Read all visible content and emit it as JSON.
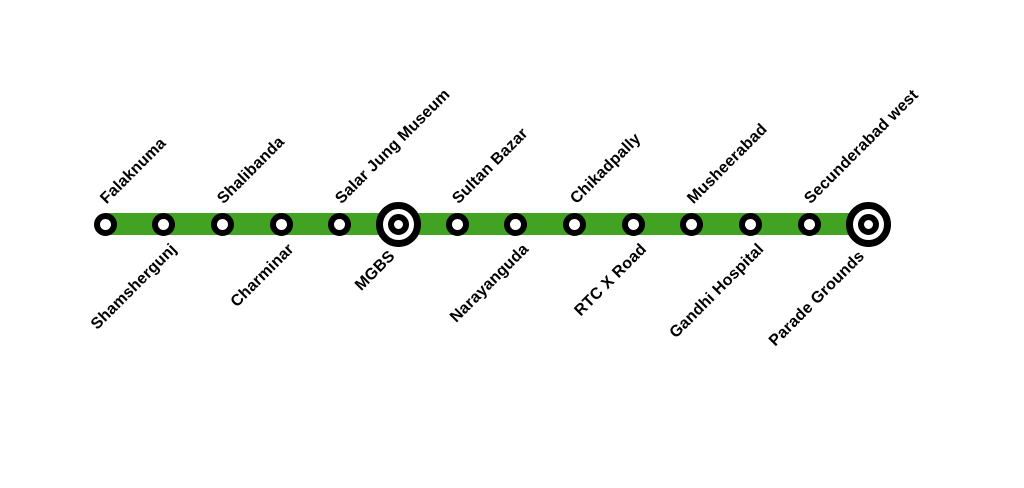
{
  "map": {
    "line_id": "hyderabad-metro-green-line",
    "line_color": "#41a321",
    "marker_ring_color": "#000000",
    "marker_fill_color": "#ffffff",
    "label_color": "#000000",
    "background_color": "#ffffff",
    "stations": [
      {
        "name": "Falaknuma",
        "side": "above",
        "interchange": false
      },
      {
        "name": "Shamshergunj",
        "side": "below",
        "interchange": false
      },
      {
        "name": "Shalibanda",
        "side": "above",
        "interchange": false
      },
      {
        "name": "Charminar",
        "side": "below",
        "interchange": false
      },
      {
        "name": "Salar Jung Museum",
        "side": "above",
        "interchange": false
      },
      {
        "name": "MGBS",
        "side": "below",
        "interchange": true
      },
      {
        "name": "Sultan Bazar",
        "side": "above",
        "interchange": false
      },
      {
        "name": "Narayanguda",
        "side": "below",
        "interchange": false
      },
      {
        "name": "Chikadpally",
        "side": "above",
        "interchange": false
      },
      {
        "name": "RTC X Road",
        "side": "below",
        "interchange": false
      },
      {
        "name": "Musheerabad",
        "side": "above",
        "interchange": false
      },
      {
        "name": "Gandhi Hospital",
        "side": "below",
        "interchange": false
      },
      {
        "name": "Secunderabad west",
        "side": "above",
        "interchange": false
      },
      {
        "name": "Parade Grounds",
        "side": "below",
        "interchange": true
      }
    ]
  }
}
